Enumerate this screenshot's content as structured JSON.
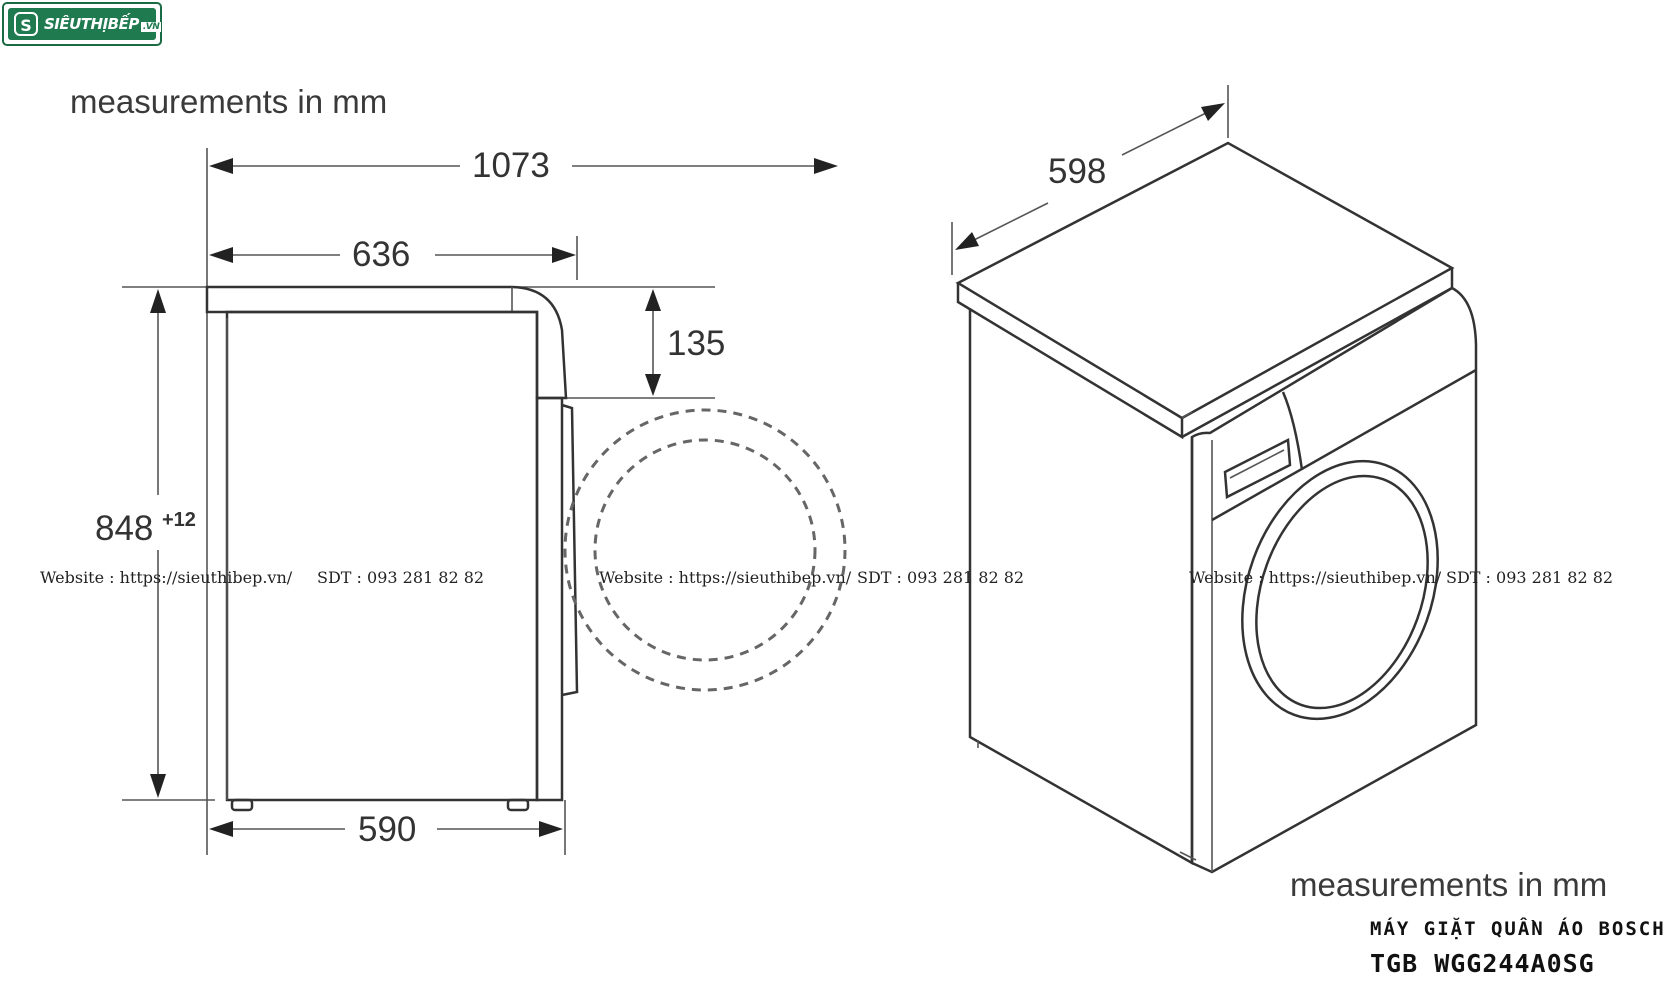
{
  "logo": {
    "mark": "S",
    "name": "SIÊUTHỊBẾP",
    "tld": ".VN"
  },
  "units_label_top": "measurements in mm",
  "units_label_bottom": "measurements in mm",
  "dimensions": {
    "total_depth": "1073",
    "body_depth": "636",
    "top_height": "135",
    "height": "848",
    "height_tolerance": "+12",
    "base_depth": "590",
    "width": "598"
  },
  "watermark": {
    "website": "Website : https://sieuthibep.vn/",
    "phone": "SDT : 093 281 82 82"
  },
  "caption": {
    "line1": "MÁY GIẶT QUẦN ÁO BOSCH",
    "line2": "TGB WGG244A0SG"
  },
  "colors": {
    "line": "#333333",
    "brand": "#1f7a50",
    "background": "#ffffff"
  },
  "icons": [
    "logo-mark-icon"
  ]
}
